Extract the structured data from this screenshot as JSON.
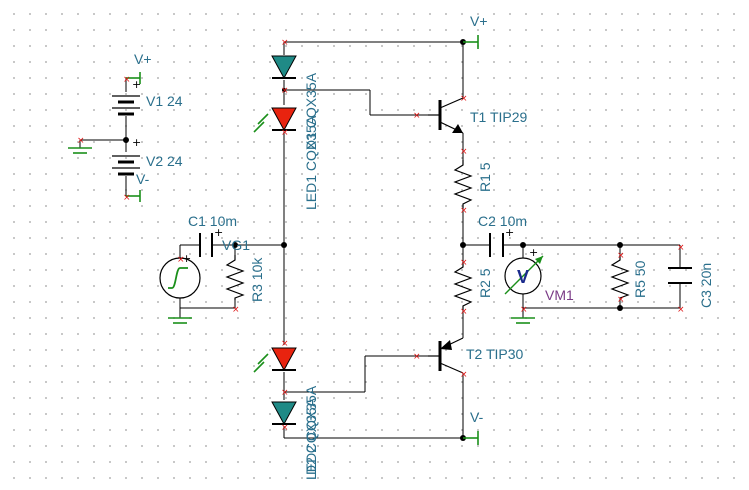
{
  "labels": {
    "vplus_top": "V+",
    "vplus_batt": "V+",
    "vminus_batt": "V-",
    "vminus_bottom": "V-",
    "v1": "V1 24",
    "v2": "V2 24",
    "c1": "C1 10m",
    "vg1": "VG1",
    "r3": "R3 10k",
    "d1": "D1 CQX35A",
    "led1": "LED1 CQX35A",
    "d2": "D2 CQX35A",
    "led2": "LED2 CQX35A",
    "t1": "T1 TIP29",
    "t2": "T2 TIP30",
    "r1": "R1 5",
    "r2": "R2 5",
    "c2": "C2 10m",
    "vm1": "VM1",
    "vm_symbol": "V",
    "r5": "R5 50",
    "c3": "C3 20n"
  },
  "colors": {
    "led": "#e8230f",
    "diode": "#1f8a86",
    "label": "#2a6f8c",
    "meter_label": "#7a3a86",
    "pin_marker": "#d11111",
    "rail_marker": "#1a8f1a"
  }
}
